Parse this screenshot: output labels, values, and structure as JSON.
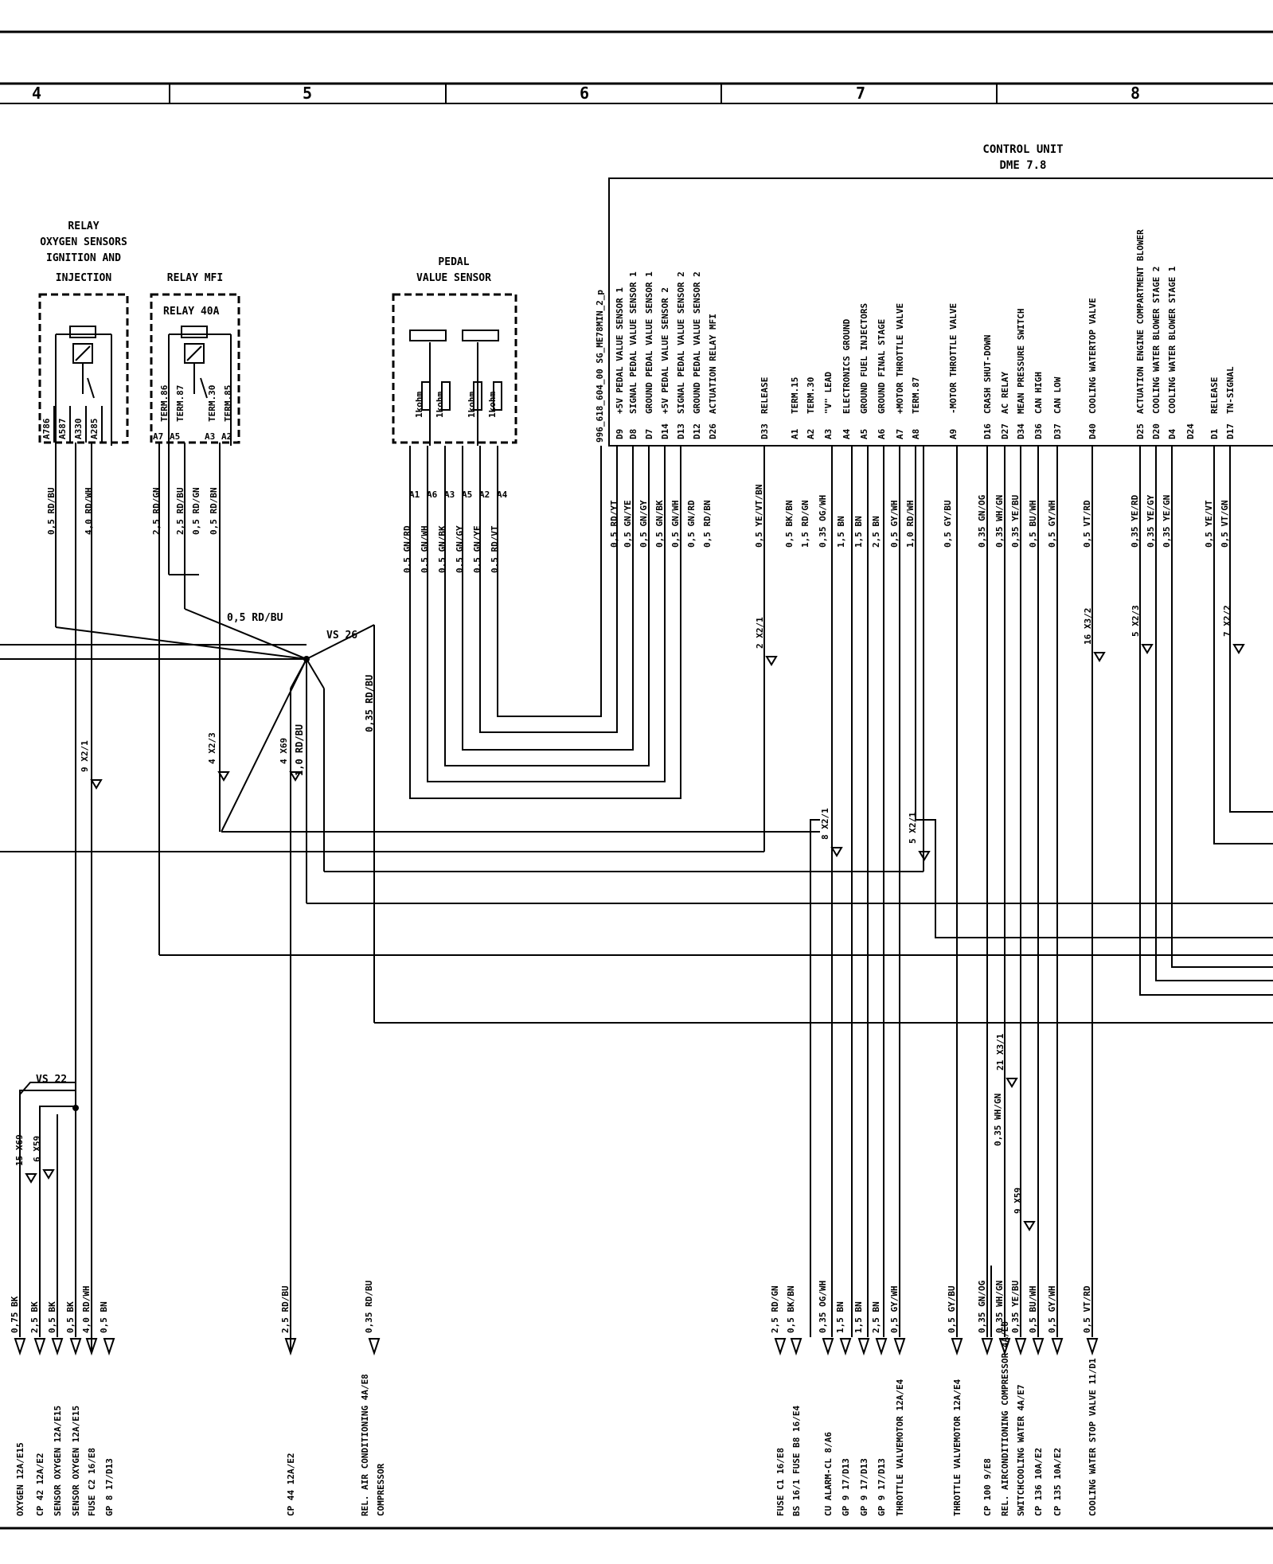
{
  "header": {
    "columns": [
      "4",
      "5",
      "6",
      "7",
      "8"
    ]
  },
  "control_unit": {
    "title": "CONTROL UNIT",
    "subtitle": "DME 7.8",
    "code": "996_618_604_00  SG_ME78MIN_2_p"
  },
  "relay_oxygen": {
    "title": [
      "RELAY",
      "OXYGEN SENSORS",
      "IGNITION AND",
      "INJECTION"
    ],
    "pins": [
      "A786",
      "A587",
      "A330",
      "A285"
    ]
  },
  "relay_mfi": {
    "title": "RELAY MFI",
    "inner": "RELAY 40A",
    "terms": [
      "TERM.86",
      "TERM.87",
      "TERM.30",
      "TERM.85"
    ],
    "pins": [
      "A7",
      "A5",
      "A3",
      "A2"
    ]
  },
  "pedal_sensor": {
    "title": [
      "PEDAL",
      "VALUE SENSOR"
    ],
    "res": "1kohm",
    "pins": [
      "A1",
      "A6",
      "A3",
      "A5",
      "A2",
      "A4"
    ],
    "wires": [
      "0.5 GN/RD",
      "0.5 GN/WH",
      "0.5 GN/BK",
      "0.5 GN/GY",
      "0.5 GN/YE",
      "0.5 RD/VT"
    ]
  },
  "left_wires": [
    "0,5 RD/BU",
    "4,0 RD/WH",
    "2,5 RD/GN",
    "2,5 RD/BU",
    "0,5 RD/GN",
    "0,5 RD/BN"
  ],
  "ecu_pins": [
    {
      "label": "+5V   PEDAL VALUE SENSOR 1",
      "pin": "D9",
      "wire": "0,5 RD/YT"
    },
    {
      "label": "SIGNAL PEDAL VALUE SENSOR 1",
      "pin": "D8",
      "wire": "0,5 GN/YE"
    },
    {
      "label": "GROUND PEDAL VALUE SENSOR 1",
      "pin": "D7",
      "wire": "0,5 GN/GY"
    },
    {
      "label": "+5V   PEDAL VALUE SENSOR 2",
      "pin": "D14",
      "wire": "0,5 GN/BK"
    },
    {
      "label": "SIGNAL PEDAL VALUE SENSOR 2",
      "pin": "D13",
      "wire": "0,5 GN/WH"
    },
    {
      "label": "GROUND PEDAL VALUE SENSOR 2",
      "pin": "D12",
      "wire": "0,5 GN/RD"
    },
    {
      "label": "ACTUATION    RELAY MFI",
      "pin": "D26",
      "wire": "0,5 RD/BN"
    },
    {
      "label": "RELEASE",
      "pin": "D33",
      "wire": "0,5 YE/VT/BN"
    },
    {
      "label": "TERM.15",
      "pin": "A1",
      "wire": "0,5 BK/BN"
    },
    {
      "label": "TERM.30",
      "pin": "A2",
      "wire": "1,5 RD/GN"
    },
    {
      "label": "\"V\" LEAD",
      "pin": "A3",
      "wire": "0,35 OG/WH"
    },
    {
      "label": "ELECTRONICS GROUND",
      "pin": "A4",
      "wire": "1,5 BN"
    },
    {
      "label": "GROUND FUEL INJECTORS",
      "pin": "A5",
      "wire": "1,5 BN"
    },
    {
      "label": "GROUND FINAL STAGE",
      "pin": "A6",
      "wire": "2,5 BN"
    },
    {
      "label": "+MOTOR  THROTTLE VALVE",
      "pin": "A7",
      "wire": "0,5 GY/WH"
    },
    {
      "label": "TERM.87",
      "pin": "A8",
      "wire": "1,0 RD/WH"
    },
    {
      "label": "-MOTOR  THROTTLE VALVE",
      "pin": "A9",
      "wire": "0,5 GY/BU"
    },
    {
      "label": "CRASH SHUT-DOWN",
      "pin": "D16",
      "wire": "0,35 GN/OG"
    },
    {
      "label": "AC RELAY",
      "pin": "D27",
      "wire": "0,35 WH/GN"
    },
    {
      "label": "MEAN PRESSURE SWITCH",
      "pin": "D34",
      "wire": "0,35 YE/BU"
    },
    {
      "label": "CAN HIGH",
      "pin": "D36",
      "wire": "0,5 BU/WH"
    },
    {
      "label": "CAN LOW",
      "pin": "D37",
      "wire": "0,5 GY/WH"
    },
    {
      "label": "COOLING WATERTOP VALVE",
      "pin": "D40",
      "wire": "0,5 VT/RD"
    },
    {
      "label": "ACTUATION ENGINE COMPARTMENT BLOWER",
      "pin": "D25",
      "wire": "0,35 YE/RD"
    },
    {
      "label": "COOLING WATER BLOWER STAGE 2",
      "pin": "D20",
      "wire": "0,35 YE/GY"
    },
    {
      "label": "COOLING WATER BLOWER STAGE 1",
      "pin": "D4",
      "wire": "0,35 YE/GN"
    },
    {
      "label": "",
      "pin": "D24",
      "wire": ""
    },
    {
      "label": "RELEASE",
      "pin": "D1",
      "wire": "0,5 YE/VT"
    },
    {
      "label": "TN-SIGNAL",
      "pin": "D17",
      "wire": "0,5 VT/GN"
    }
  ],
  "splices": {
    "vs26": "VS 26",
    "vs22": "VS 22"
  },
  "mid_labels": {
    "w1": "0,5 RD/BU",
    "w2": "0,35 RD/BU",
    "w3": "1,0 RD/BU"
  },
  "connectors": [
    "9 X2/1",
    "4 X2/3",
    "4 X69",
    "2 X2/1",
    "8 X2/1",
    "5 X2/1",
    "16 X3/2",
    "5 X2/3",
    "7 X2/2",
    "15 X69",
    "6 X59",
    "21 X3/1",
    "9 X59"
  ],
  "bottom_wires": [
    "0,75 BK",
    "2,5 BK",
    "0,5 BK",
    "0,5 BK",
    "4,0 RD/WH",
    "0,5 BN",
    "2,5 RD/BU",
    "0,35 RD/BU",
    "2,5 RD/GN",
    "0,5 BK/BN",
    "0,35 OG/WH",
    "1,5 BN",
    "1,5 BN",
    "2,5 BN",
    "0,5 GY/WH",
    "0,5 GY/BU",
    "0,35 GN/OG",
    "0,35 WH/GN",
    "0,35 YE/BU",
    "0,5 BU/WH",
    "0,5 GY/WH",
    "0,5 VT/RD",
    "0,35 WH/GN"
  ],
  "bottom_targets": [
    "OXYGEN 12A/E15",
    "CP 42  12A/E2",
    "SENSOR OXYGEN 12A/E15",
    "SENSOR OXYGEN 12A/E15",
    "FUSE C2  16/E8",
    "GP 8  17/D13",
    "CP 44  12A/E2",
    "REL. AIR CONDITIONING 4A/E8",
    "COMPRESSOR",
    "FUSE C1  16/E8",
    "BS 16/1 FUSE B8  16/E4",
    "CU ALARM-CL  8/A6",
    "GP 9 17/D13",
    "GP 9 17/D13",
    "GP 9 17/D13",
    "THROTTLE VALVEMOTOR 12A/E4",
    "THROTTLE VALVEMOTOR  12A/E4",
    "CP 100   9/E8",
    "REL. AIRCONDITIONING COMPRESSOR 4A/E8",
    "SWITCHCOOLING WATER  4A/E7",
    "CP 136  10A/E2",
    "CP 135  10A/E2",
    "COOLING WATER STOP VALVE 11/D1"
  ]
}
